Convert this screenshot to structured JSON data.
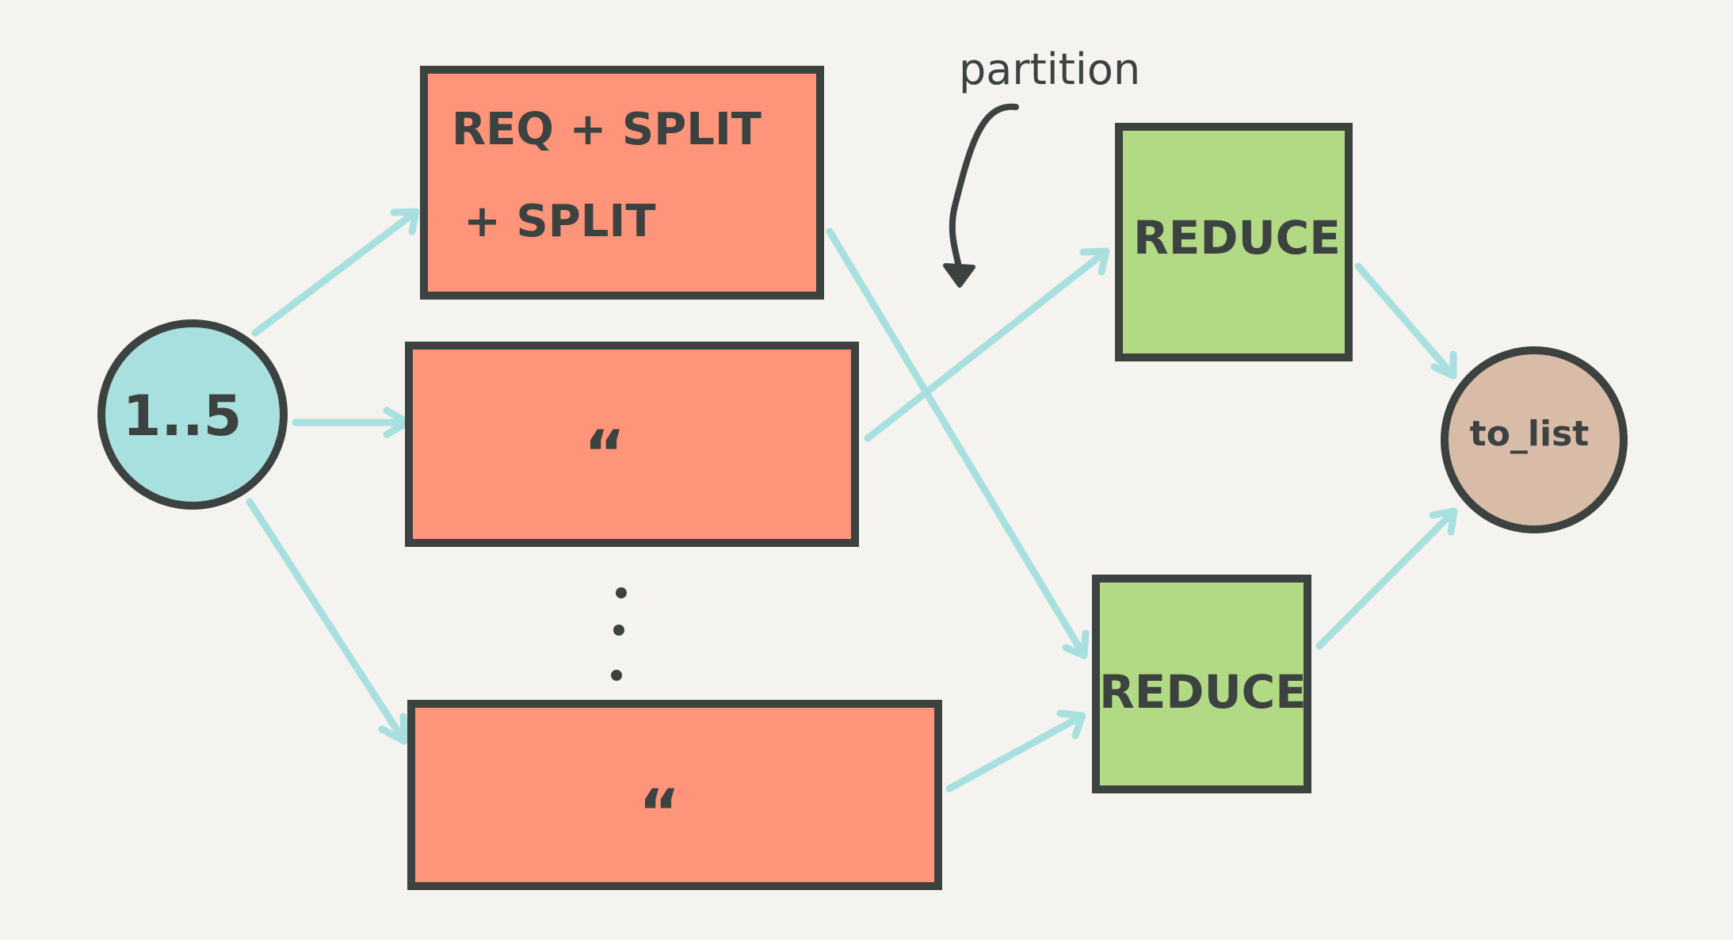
{
  "colors": {
    "background": "#f5f3ef",
    "outline": "#3c4240",
    "arrow": "#a8e0df",
    "source_fill": "#a8e0df",
    "request_fill": "#fe9479",
    "reduce_fill": "#b2d984",
    "sink_fill": "#d8bca8"
  },
  "nodes": {
    "source": {
      "label": "1..5",
      "shape": "circle"
    },
    "request_1": {
      "line1": "REQ + SPLIT",
      "line2": "+ SPLIT",
      "shape": "rectangle"
    },
    "request_2": {
      "label": "“",
      "shape": "rectangle"
    },
    "request_3": {
      "label": "“",
      "shape": "rectangle"
    },
    "reduce_1": {
      "label": "REDUCE",
      "shape": "square"
    },
    "reduce_2": {
      "label": "REDUCE",
      "shape": "square"
    },
    "sink": {
      "label": "to_list",
      "shape": "circle"
    }
  },
  "annotations": {
    "partition": {
      "label": "partition"
    },
    "ellipsis": {
      "glyph": "dots"
    }
  },
  "edges": [
    {
      "from": "source",
      "to": "request_1"
    },
    {
      "from": "source",
      "to": "request_2"
    },
    {
      "from": "source",
      "to": "request_3"
    },
    {
      "from": "request_1",
      "to": "reduce_2"
    },
    {
      "from": "request_2",
      "to": "reduce_1"
    },
    {
      "from": "request_3",
      "to": "reduce_2"
    },
    {
      "from": "reduce_1",
      "to": "sink"
    },
    {
      "from": "reduce_2",
      "to": "sink"
    }
  ]
}
